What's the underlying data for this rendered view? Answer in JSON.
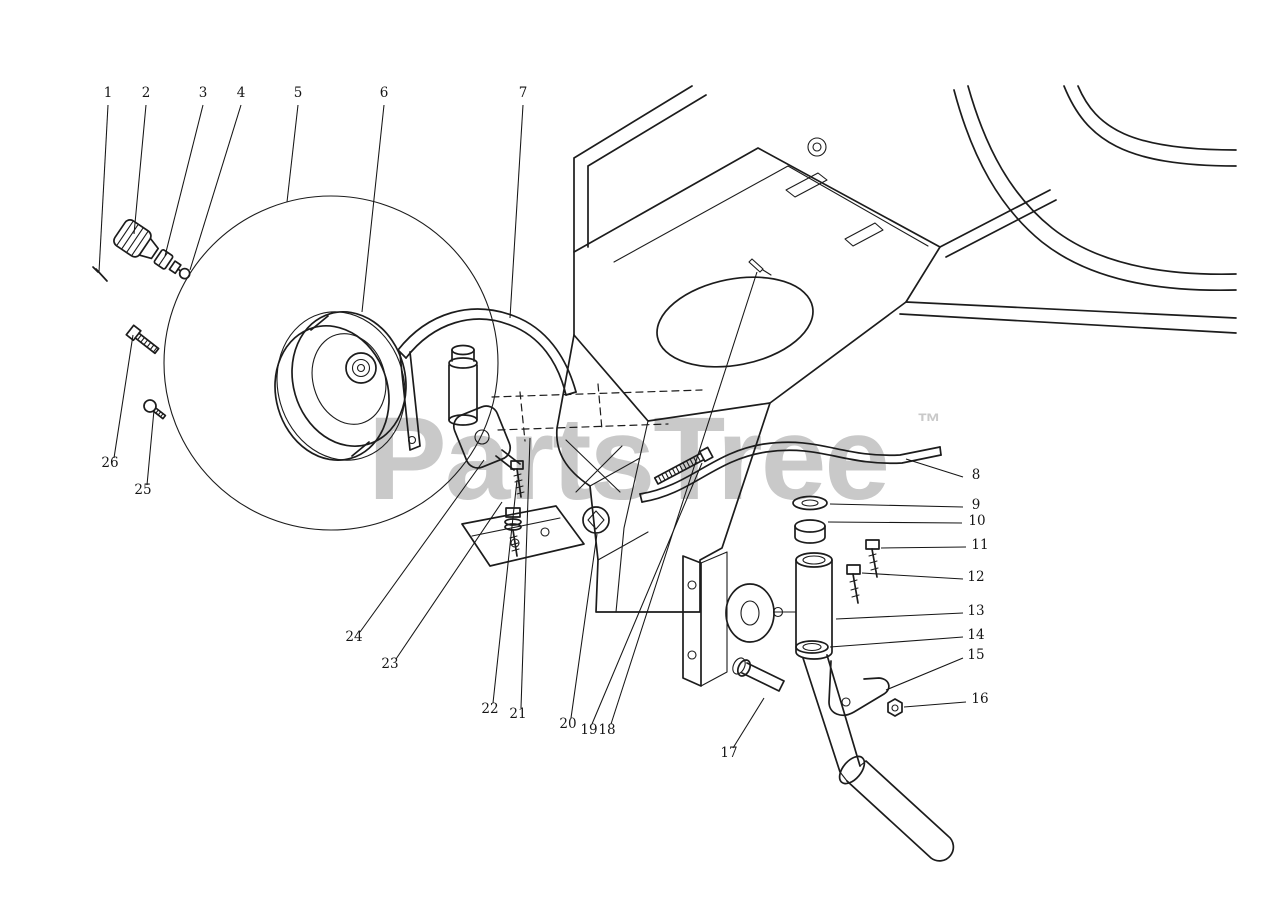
{
  "page": {
    "background": "#ffffff"
  },
  "watermark": {
    "text": "PartsTree",
    "tm": "™",
    "color": "#c9c9c9"
  },
  "diagram": {
    "type": "exploded-parts-diagram",
    "line_color": "#1c1c1c",
    "callout_color": "#161616",
    "callouts": [
      {
        "n": "1",
        "label": [
          108,
          97
        ],
        "line": [
          108,
          105,
          99,
          272
        ]
      },
      {
        "n": "2",
        "label": [
          146,
          97
        ],
        "line": [
          146,
          105,
          134,
          234
        ]
      },
      {
        "n": "3",
        "label": [
          203,
          97
        ],
        "line": [
          203,
          105,
          165,
          256
        ]
      },
      {
        "n": "4",
        "label": [
          241,
          97
        ],
        "line": [
          241,
          105,
          190,
          270
        ]
      },
      {
        "n": "5",
        "label": [
          298,
          97
        ],
        "line": [
          298,
          105,
          287,
          202
        ]
      },
      {
        "n": "6",
        "label": [
          384,
          97
        ],
        "line": [
          384,
          105,
          362,
          312
        ]
      },
      {
        "n": "7",
        "label": [
          523,
          97
        ],
        "line": [
          523,
          105,
          510,
          318
        ]
      },
      {
        "n": "8",
        "label": [
          976,
          479
        ],
        "line": [
          963,
          477,
          906,
          459
        ]
      },
      {
        "n": "9",
        "label": [
          976,
          509
        ],
        "line": [
          963,
          507,
          830,
          504
        ]
      },
      {
        "n": "10",
        "label": [
          977,
          525
        ],
        "line": [
          962,
          523,
          828,
          522
        ]
      },
      {
        "n": "11",
        "label": [
          980,
          549
        ],
        "line": [
          966,
          547,
          881,
          548
        ]
      },
      {
        "n": "12",
        "label": [
          976,
          581
        ],
        "line": [
          963,
          579,
          862,
          573
        ]
      },
      {
        "n": "13",
        "label": [
          976,
          615
        ],
        "line": [
          963,
          613,
          836,
          619
        ]
      },
      {
        "n": "14",
        "label": [
          976,
          639
        ],
        "line": [
          963,
          637,
          830,
          647
        ]
      },
      {
        "n": "15",
        "label": [
          976,
          659
        ],
        "line": [
          963,
          658,
          886,
          690
        ]
      },
      {
        "n": "16",
        "label": [
          980,
          703
        ],
        "line": [
          966,
          702,
          904,
          707
        ]
      },
      {
        "n": "17",
        "label": [
          729,
          757
        ],
        "line": [
          733,
          748,
          764,
          698
        ]
      },
      {
        "n": "18",
        "label": [
          607,
          734
        ],
        "line": [
          611,
          724,
          757,
          272
        ]
      },
      {
        "n": "19",
        "label": [
          589,
          734
        ],
        "line": [
          592,
          724,
          702,
          463
        ]
      },
      {
        "n": "20",
        "label": [
          568,
          728
        ],
        "line": [
          571,
          718,
          597,
          534
        ]
      },
      {
        "n": "21",
        "label": [
          518,
          718
        ],
        "line": [
          521,
          708,
          530,
          438
        ]
      },
      {
        "n": "22",
        "label": [
          490,
          713
        ],
        "line": [
          493,
          703,
          517,
          480
        ]
      },
      {
        "n": "23",
        "label": [
          390,
          668
        ],
        "line": [
          396,
          659,
          502,
          502
        ]
      },
      {
        "n": "24",
        "label": [
          354,
          641
        ],
        "line": [
          360,
          632,
          484,
          460
        ]
      },
      {
        "n": "25",
        "label": [
          143,
          494
        ],
        "line": [
          147,
          485,
          154,
          410
        ]
      },
      {
        "n": "26",
        "label": [
          110,
          467
        ],
        "line": [
          114,
          458,
          133,
          335
        ]
      }
    ]
  }
}
